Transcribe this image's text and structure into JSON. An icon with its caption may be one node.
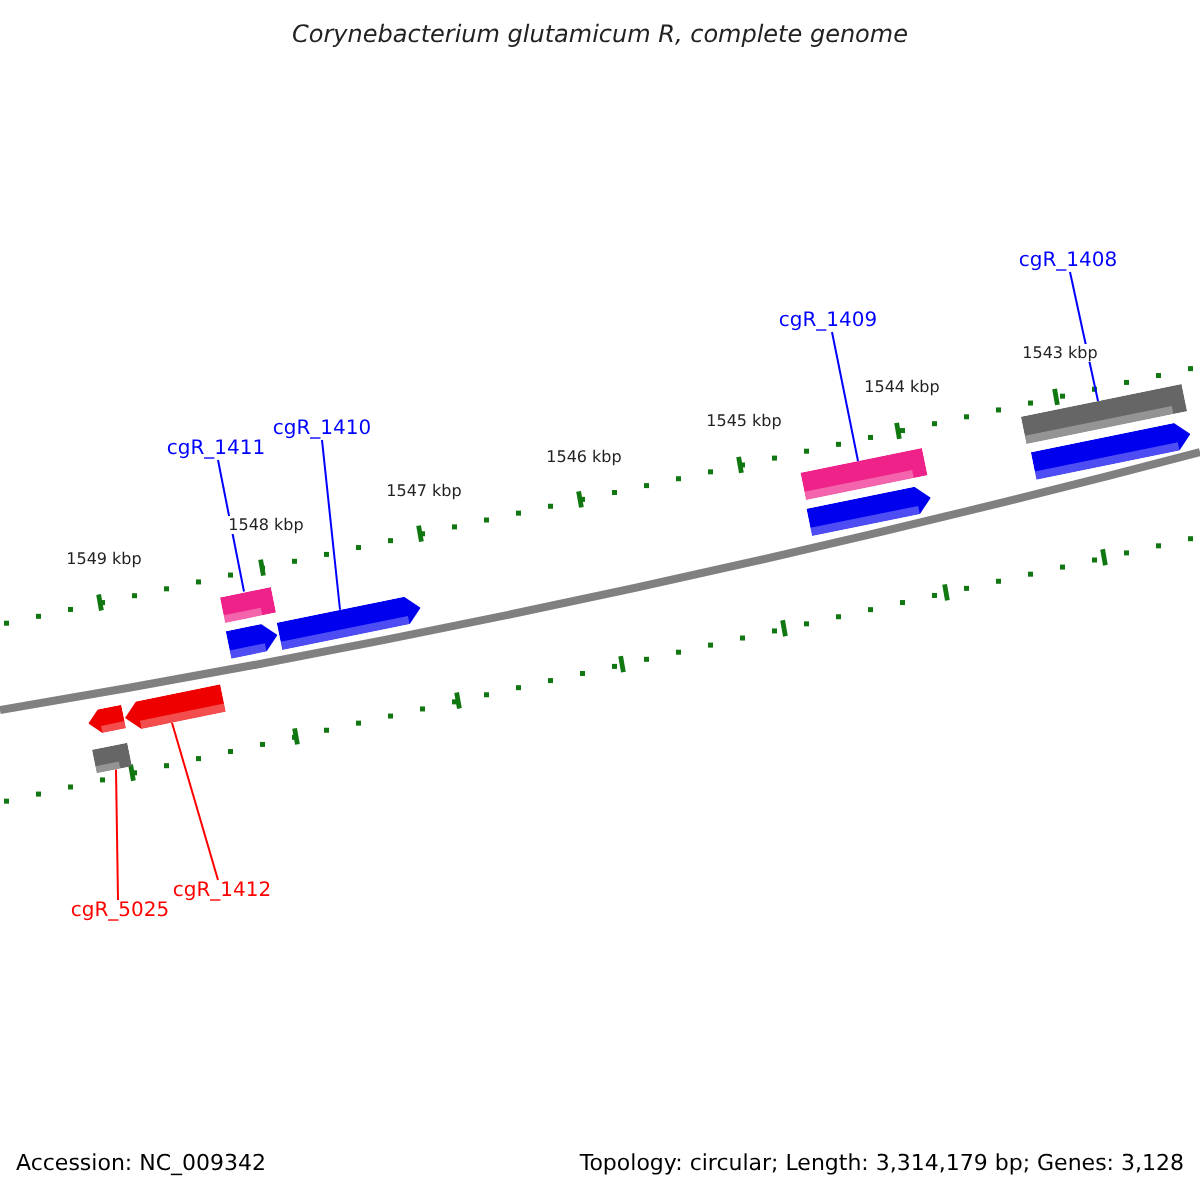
{
  "diagram": {
    "title": "Corynebacterium glutamicum R, complete genome",
    "nodes": [
      {
        "text": [
          "cgR_1411"
        ]
      },
      {
        "text": [
          "cgR_1410"
        ]
      },
      {
        "text": [
          "cgR_1409"
        ]
      },
      {
        "text": [
          "cgR_1408"
        ]
      },
      {
        "text": [
          "cgR_5025"
        ]
      },
      {
        "text": [
          "cgR_1412"
        ]
      },
      {
        "text": [],
        "shape": "arrow"
      },
      {
        "text": [],
        "shape": "bar"
      },
      {
        "text": [],
        "shape": "arrow"
      },
      {
        "text": [],
        "shape": "bar"
      },
      {
        "text": [],
        "shape": "arrow"
      },
      {
        "text": [],
        "shape": "arrow"
      },
      {
        "text": [],
        "shape": "bar"
      },
      {
        "text": [],
        "shape": "arrow"
      },
      {
        "text": [],
        "shape": "bar"
      },
      {
        "text": [],
        "shape": "arrow"
      }
    ],
    "edges": [
      {
        "from": 0,
        "to": 9,
        "arrow": "none",
        "color": "#0000ff"
      },
      {
        "from": 1,
        "to": 11,
        "arrow": "none",
        "color": "#0000ff"
      },
      {
        "from": 2,
        "to": 12,
        "arrow": "none",
        "color": "#0000ff"
      },
      {
        "from": 3,
        "to": 14,
        "arrow": "none",
        "color": "#0000ff"
      },
      {
        "from": 4,
        "to": 7,
        "arrow": "none",
        "color": "#ff0000"
      },
      {
        "from": 5,
        "to": 8,
        "arrow": "none",
        "color": "#ff0000"
      }
    ],
    "labels": [
      "1549 kbp",
      "1548 kbp",
      "1547 kbp",
      "1546 kbp",
      "1545 kbp",
      "1544 kbp",
      "1543 kbp",
      "Accession: NC_009342",
      "Topology: circular; Length: 3,314,179 bp; Genes: 3,128"
    ]
  }
}
